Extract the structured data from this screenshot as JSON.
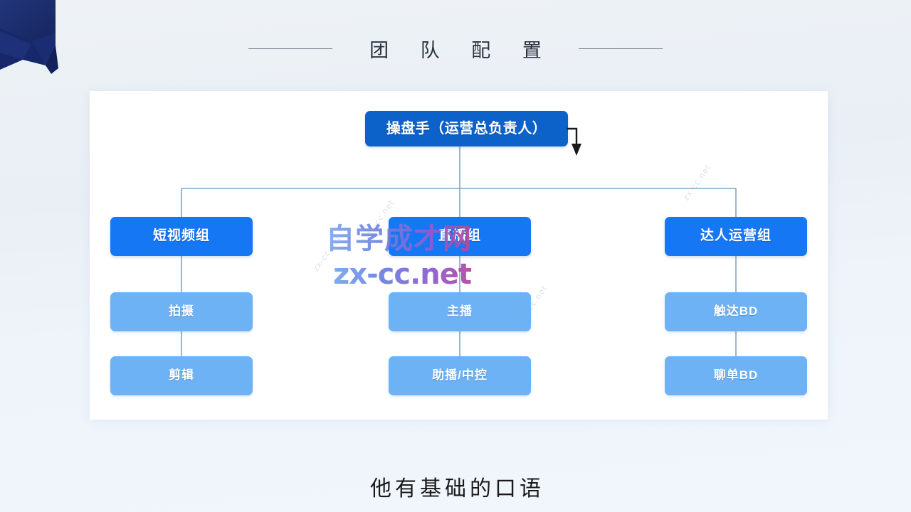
{
  "header": {
    "title": "团 队 配 置",
    "left_rule": "horizontal-rule",
    "right_rule": "horizontal-rule"
  },
  "decor": {
    "ribbon_color": "#1b2f6e",
    "ribbon_shadow": "#0f1f4f"
  },
  "colors": {
    "background": "#eef3f8",
    "card": "#ffffff",
    "root_node": "#0d62c9",
    "group_node": "#1677f5",
    "leaf_node": "#6cb2f5",
    "connector": "#7fa6c4",
    "pointer": "#1a1a1a",
    "title_text": "#2c3442",
    "caption_text": "#1a1a1a"
  },
  "chart_data": {
    "type": "diagram",
    "title": "团队配置",
    "root": {
      "id": "root",
      "label": "操盘手（运营总负责人）",
      "level": 0
    },
    "branches": [
      {
        "id": "short-video",
        "label": "短视频组",
        "level": 1,
        "children": [
          {
            "id": "shooting",
            "label": "拍摄",
            "level": 2
          },
          {
            "id": "editing",
            "label": "剪辑",
            "level": 2
          }
        ]
      },
      {
        "id": "live",
        "label": "直播组",
        "level": 1,
        "children": [
          {
            "id": "anchor",
            "label": "主播",
            "level": 2
          },
          {
            "id": "assistant",
            "label": "助播/中控",
            "level": 2
          }
        ]
      },
      {
        "id": "talent-ops",
        "label": "达人运营组",
        "level": 1,
        "children": [
          {
            "id": "reach-bd",
            "label": "触达BD",
            "level": 2
          },
          {
            "id": "chat-bd",
            "label": "聊单BD",
            "level": 2
          }
        ]
      }
    ]
  },
  "watermark": {
    "cn": "自学成才网",
    "en": "zx-cc.net",
    "faint": "zx-cc.net"
  },
  "caption": {
    "text": "他有基础的口语"
  },
  "pointer": {
    "name": "down-arrow"
  }
}
